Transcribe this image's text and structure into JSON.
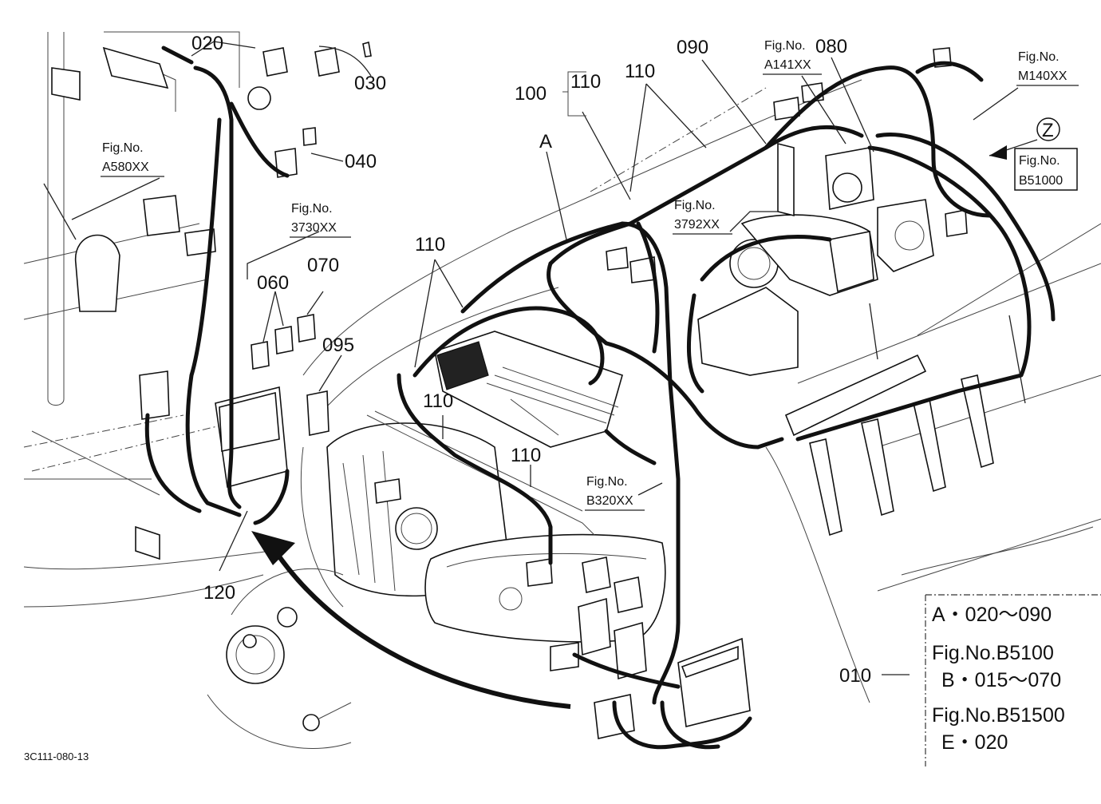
{
  "diagram": {
    "drawing_code": "3C111-080-13",
    "callouts": {
      "c020": "020",
      "c030": "030",
      "c040": "040",
      "c060": "060",
      "c070": "070",
      "c080": "080",
      "c090": "090",
      "c095": "095",
      "c100": "100",
      "c110": "110",
      "c120": "120",
      "c010": "010",
      "cA": "A",
      "cZ": "Z"
    },
    "fig_refs": {
      "fig_label": "Fig.No.",
      "a580": "A580XX",
      "r3730": "3730XX",
      "a141": "A141XX",
      "m140": "M140XX",
      "b51000": "B51000",
      "r3792": "3792XX",
      "b320": "B320XX"
    },
    "legend": {
      "line1": "A・020～090",
      "line2": "Fig.No.B5100",
      "line3": "B・015～070",
      "line4": "Fig.No.B51500",
      "line5": "E・020"
    }
  }
}
